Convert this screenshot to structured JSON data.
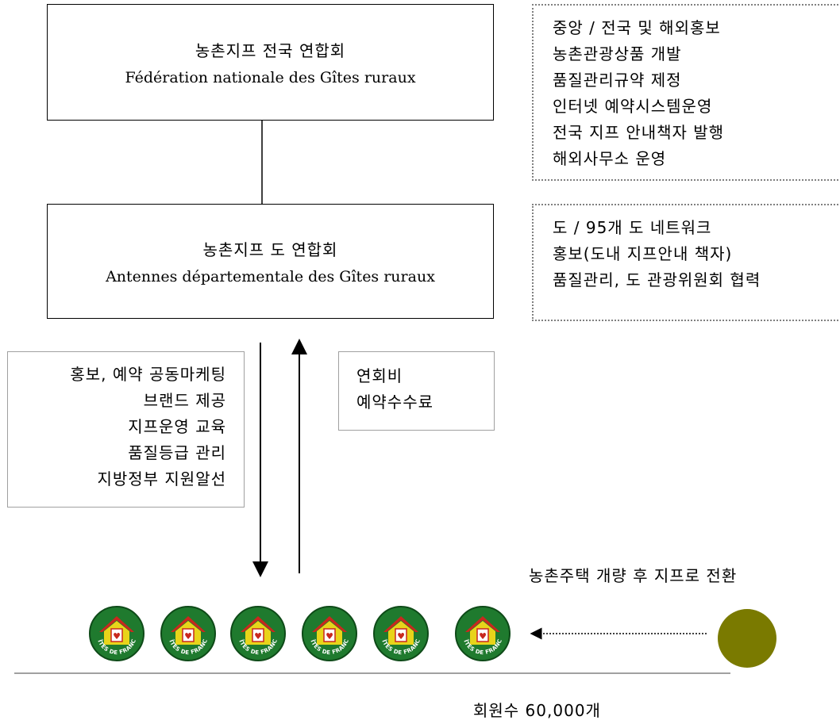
{
  "national": {
    "title_ko": "농촌지프 전국 연합회",
    "title_fr": "Fédération nationale des Gîtes ruraux",
    "roles": [
      "중앙 / 전국 및 해외홍보",
      "농촌관광상품 개발",
      "품질관리규약 제정",
      "인터넷 예약시스템운영",
      "전국 지프 안내책자 발행",
      "해외사무소 운영"
    ]
  },
  "departmental": {
    "title_ko": "농촌지프 도 연합회",
    "title_fr": "Antennes départementale des Gîtes ruraux",
    "roles": [
      "도 / 95개 도 네트워크",
      "홍보(도내 지프안내 책자)",
      "품질관리, 도 관광위원회 협력"
    ]
  },
  "services_down": [
    "홍보, 예약 공동마케팅",
    "브랜드 제공",
    "지프운영 교육",
    "품질등급 관리",
    "지방정부 지원알선"
  ],
  "fees_up": [
    "연회비",
    "예약수수료"
  ],
  "conversion_label": "농촌주택 개량 후 지프로 전환",
  "members_label": "회원수 60,000개",
  "logo_text": "GÎTES DE FRANCE",
  "logo_letter": "♥",
  "colors": {
    "logo_green": "#1f7a2e",
    "logo_yellow": "#e8d41a",
    "logo_red": "#c8281e",
    "house_dot": "#7a7a00"
  }
}
